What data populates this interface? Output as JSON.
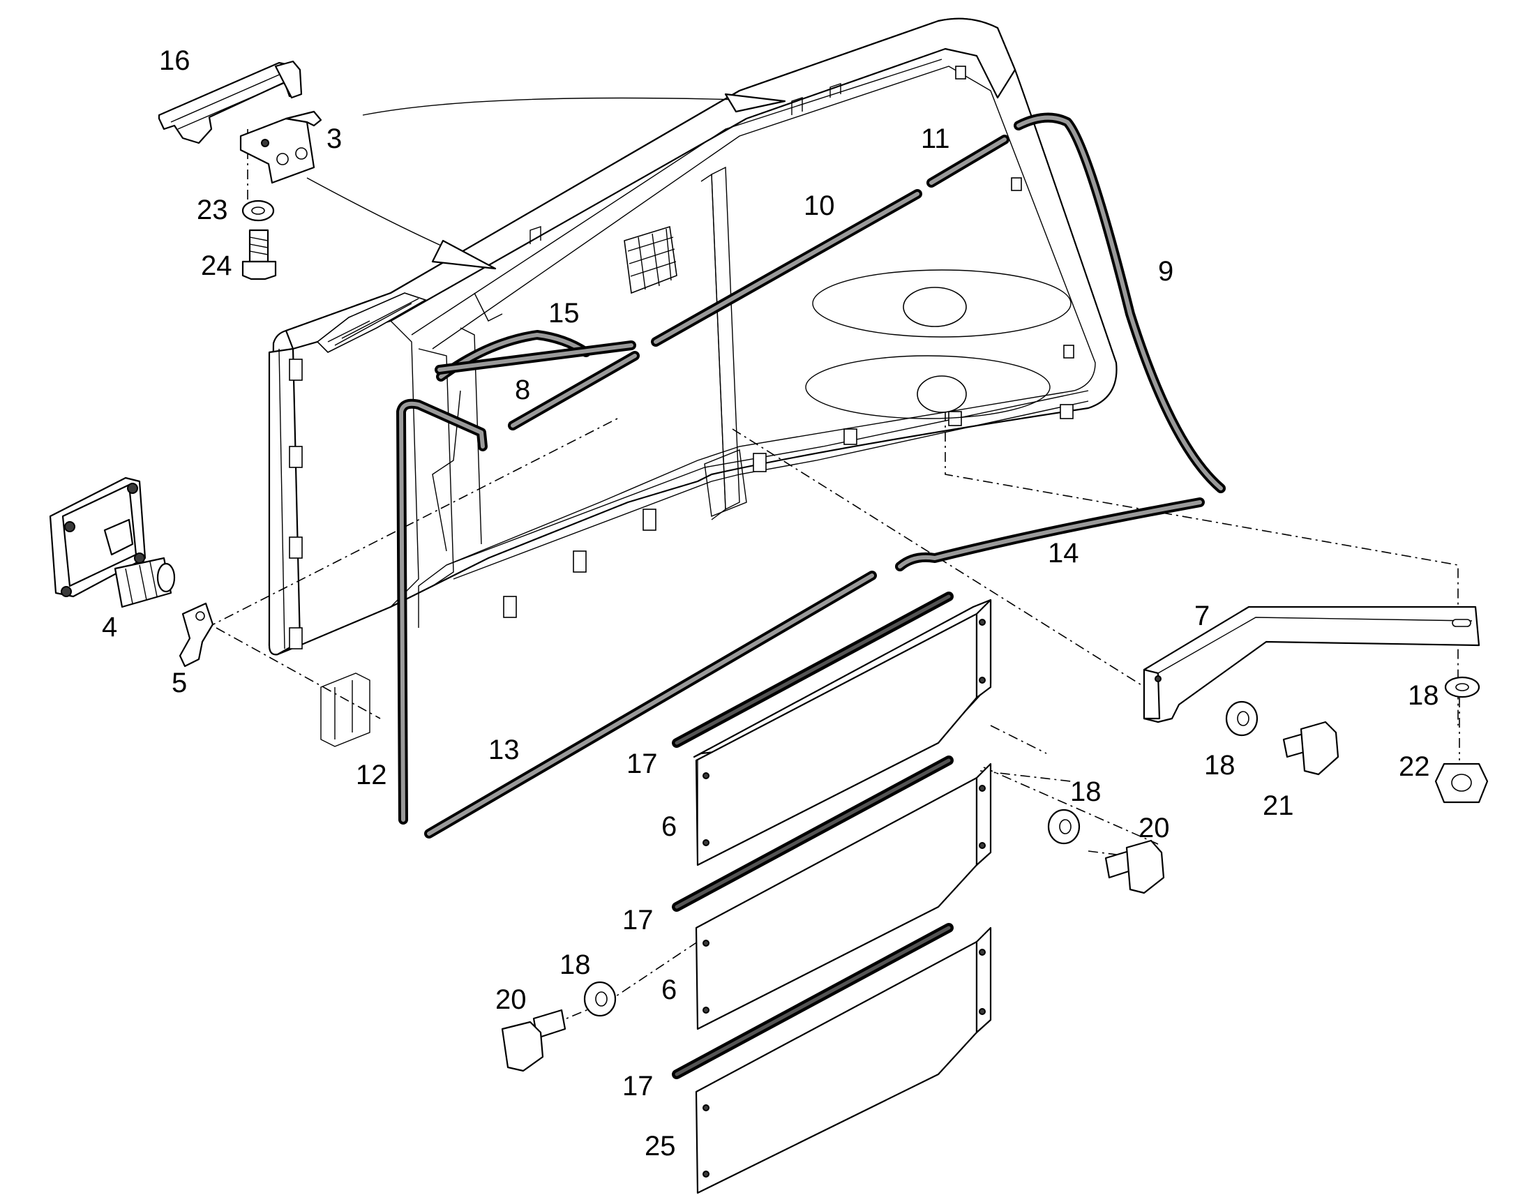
{
  "callouts": {
    "c3": "3",
    "c4": "4",
    "c5": "5",
    "c6a": "6",
    "c6b": "6",
    "c7": "7",
    "c8": "8",
    "c9": "9",
    "c10": "10",
    "c11": "11",
    "c12": "12",
    "c13": "13",
    "c14": "14",
    "c15": "15",
    "c16": "16",
    "c17a": "17",
    "c17b": "17",
    "c17c": "17",
    "c18a": "18",
    "c18b": "18",
    "c18c": "18",
    "c18d": "18",
    "c20a": "20",
    "c20b": "20",
    "c21": "21",
    "c22": "22",
    "c23": "23",
    "c24": "24",
    "c25": "25"
  }
}
